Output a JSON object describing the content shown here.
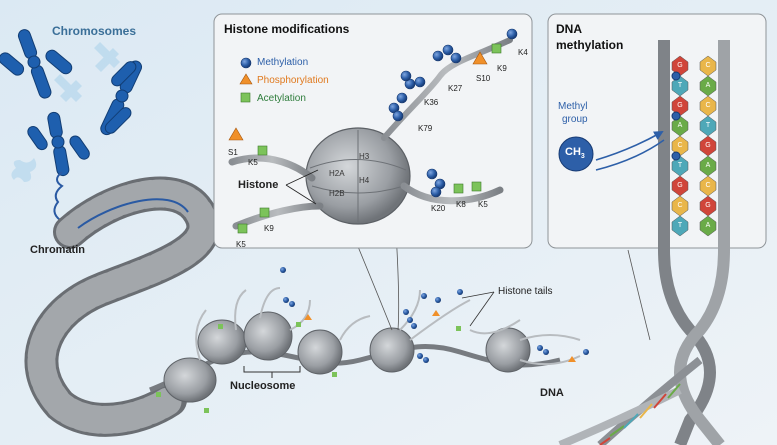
{
  "labels": {
    "chromosomes": "Chromosomes",
    "chromatin": "Chromatin",
    "histone_modifications": "Histone modifications",
    "histone": "Histone",
    "nucleosome": "Nucleosome",
    "histone_tails": "Histone tails",
    "dna": "DNA",
    "dna_methylation_1": "DNA",
    "dna_methylation_2": "methylation",
    "methyl_group_1": "Methyl",
    "methyl_group_2": "group",
    "ch3": "CH",
    "ch3_sub": "3"
  },
  "legend": [
    {
      "label": "Methylation",
      "color": "#2d5fa8"
    },
    {
      "label": "Phosphorylation",
      "color": "#e07a1f"
    },
    {
      "label": "Acetylation",
      "color": "#2f7d3c"
    }
  ],
  "histone_subunits": [
    "H3",
    "H4",
    "H2A",
    "H2B"
  ],
  "sites": [
    "S1",
    "K5",
    "K9",
    "K5",
    "K79",
    "K36",
    "K27",
    "S10",
    "K9",
    "K4",
    "K20",
    "K8",
    "K5"
  ],
  "bases": [
    "G",
    "C",
    "T",
    "A",
    "G",
    "C",
    "A",
    "T",
    "C",
    "G",
    "T",
    "A",
    "G",
    "C",
    "C",
    "G",
    "T",
    "A"
  ],
  "colors": {
    "methyl": "#2d5fa8",
    "phospho": "#f0902a",
    "acetyl": "#7cc35a",
    "panel_bg": "#f2f4f6",
    "chromosome": "#1e5fae",
    "nucleosome": "#9a9ea3",
    "base_g": "#d0453a",
    "base_c": "#e9b64a",
    "base_t": "#4ea8b8",
    "base_a": "#6aab48"
  }
}
